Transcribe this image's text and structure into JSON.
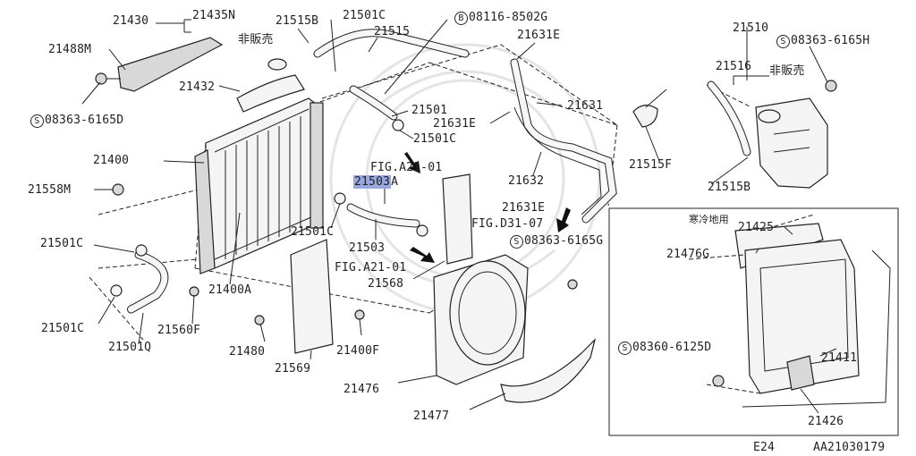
{
  "diagram": {
    "labels": {
      "p21430": "21430",
      "p21435N": "21435N",
      "p21515B_top": "21515B",
      "p21501C_top": "21501C",
      "p21515": "21515",
      "bolt_08116": "08116-8502G",
      "bolt_08116_prefix": "B",
      "p21631E_top": "21631E",
      "p21510": "21510",
      "s08363_h": "08363-6165H",
      "s08363_h_prefix": "S",
      "not_for_sale_1": "非販売",
      "p21516": "21516",
      "not_for_sale_2": "非販売",
      "p21488M": "21488M",
      "p21432": "21432",
      "s08363_d": "08363-6165D",
      "s08363_d_prefix": "S",
      "p21501": "21501",
      "p21631": "21631",
      "p21631E_mid": "21631E",
      "p21501C_mid": "21501C",
      "p21400": "21400",
      "fig_a21_01_top": "FIG.A21-01",
      "p21503A_main": "21503",
      "p21503A_suffix": "A",
      "p21515F": "21515F",
      "p21632": "21632",
      "p21515B_right": "21515B",
      "p21558M": "21558M",
      "p21631E_low": "21631E",
      "fig_d31_07": "FIG.D31-07",
      "p21501C_left": "21501C",
      "p21501C_center": "21501C",
      "s08363_g": "08363-6165G",
      "s08363_g_prefix": "S",
      "p21503": "21503",
      "fig_a21_01_bottom": "FIG.A21-01",
      "p21568": "21568",
      "p21400A": "21400A",
      "p21560F": "21560F",
      "p21501C_bottom": "21501C",
      "p21501Q": "21501Q",
      "p21480": "21480",
      "p21400F": "21400F",
      "p21569": "21569",
      "p21476": "21476",
      "p21477": "21477",
      "cold_area": "寒冷地用",
      "p21425": "21425",
      "p21476G": "21476G",
      "s08360": "08360-6125D",
      "s08360_prefix": "S",
      "p21411": "21411",
      "p21426": "21426",
      "footer_model": "E24",
      "footer_code": "AA21030179"
    }
  }
}
